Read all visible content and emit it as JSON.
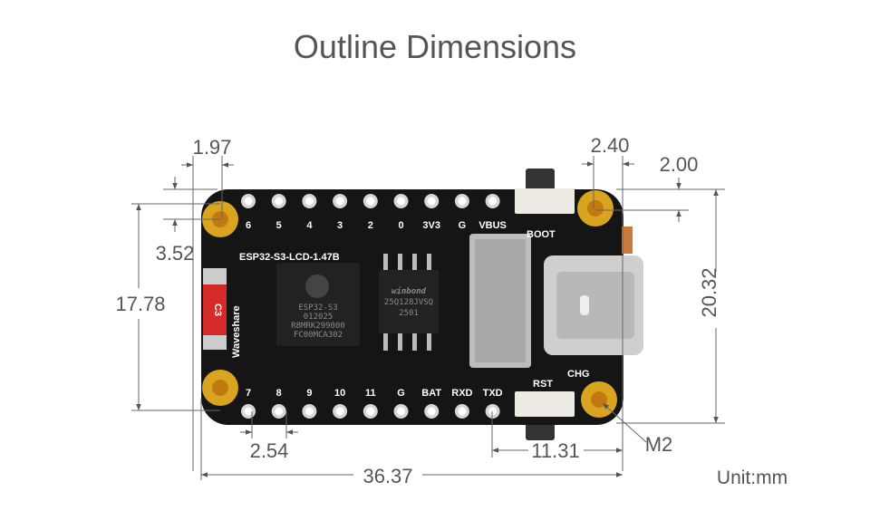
{
  "title": "Outline Dimensions",
  "dimensions": {
    "hole_offset_x": "1.97",
    "hole_offset_y": "3.52",
    "hole_spacing_v": "17.78",
    "board_height": "20.32",
    "right_hole_x": "2.40",
    "right_hole_y": "2.00",
    "pin_pitch": "2.54",
    "pin_to_edge": "11.31",
    "board_length": "36.37",
    "hole_size": "M2"
  },
  "unit": "Unit:mm",
  "board": {
    "name": "ESP32-S3-LCD-1.47B",
    "brand": "Waveshare",
    "top_pins": [
      "6",
      "5",
      "4",
      "3",
      "2",
      "0",
      "3V3",
      "G",
      "VBUS"
    ],
    "bottom_pins": [
      "7",
      "8",
      "9",
      "10",
      "11",
      "G",
      "BAT",
      "RXD",
      "TXD"
    ],
    "boot": "BOOT",
    "rst": "RST",
    "chg": "CHG",
    "c3": "C3",
    "mcu_lines": [
      "ESP32-S3",
      "012025",
      "R8MRK299000",
      "FC00MCA302"
    ],
    "flash_lines": [
      "winbond",
      "25Q128JVSQ",
      "2501"
    ]
  }
}
